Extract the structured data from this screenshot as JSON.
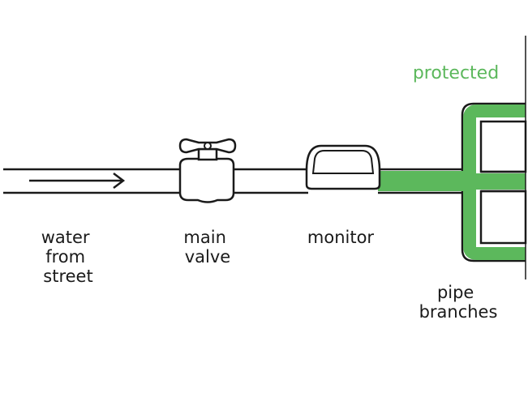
{
  "labels": {
    "source": [
      "water",
      "from",
      "street"
    ],
    "valve": [
      "main",
      "valve"
    ],
    "monitor": "monitor",
    "branches": [
      "pipe",
      "branches"
    ],
    "protected": "protected"
  },
  "colors": {
    "protected_green": "#5cb85c",
    "pipe_stroke": "#1a1a1a",
    "background": "#ffffff"
  },
  "icons": {
    "flow": "arrow-right-icon",
    "valve": "valve-icon",
    "monitor": "monitor-device-icon"
  }
}
